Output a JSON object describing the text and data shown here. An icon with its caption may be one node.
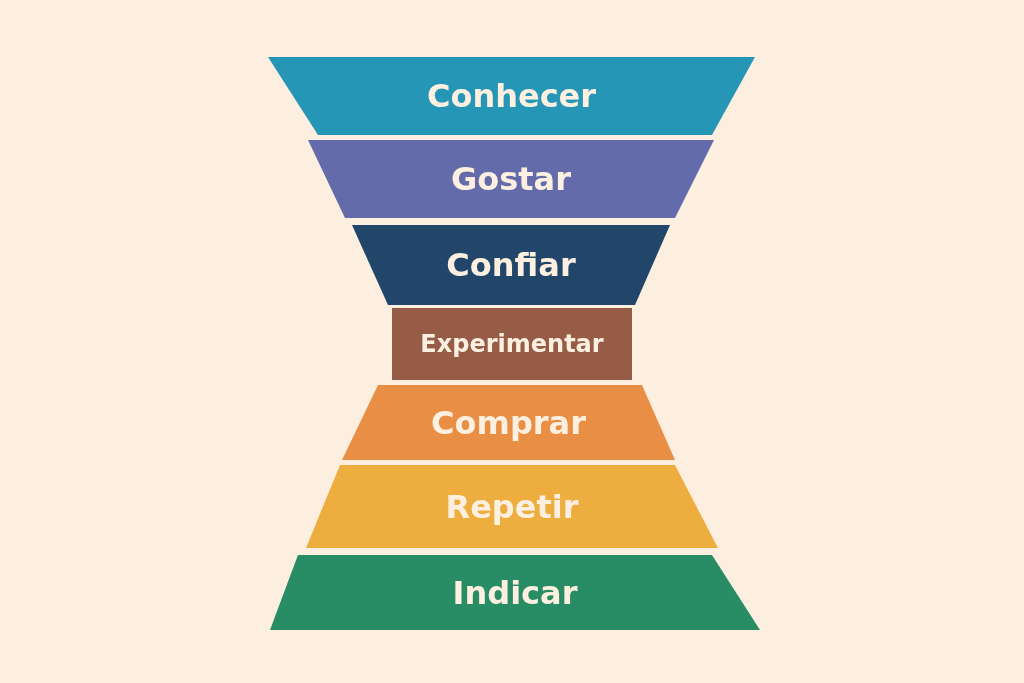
{
  "diagram": {
    "nodes": [
      {
        "text": [
          "Conhecer"
        ]
      },
      {
        "text": [
          "Gostar"
        ]
      },
      {
        "text": [
          "Confiar"
        ]
      },
      {
        "text": [
          "Experimentar"
        ]
      },
      {
        "text": [
          "Comprar"
        ]
      },
      {
        "text": [
          "Repetir"
        ]
      },
      {
        "text": [
          "Indicar"
        ]
      }
    ]
  }
}
